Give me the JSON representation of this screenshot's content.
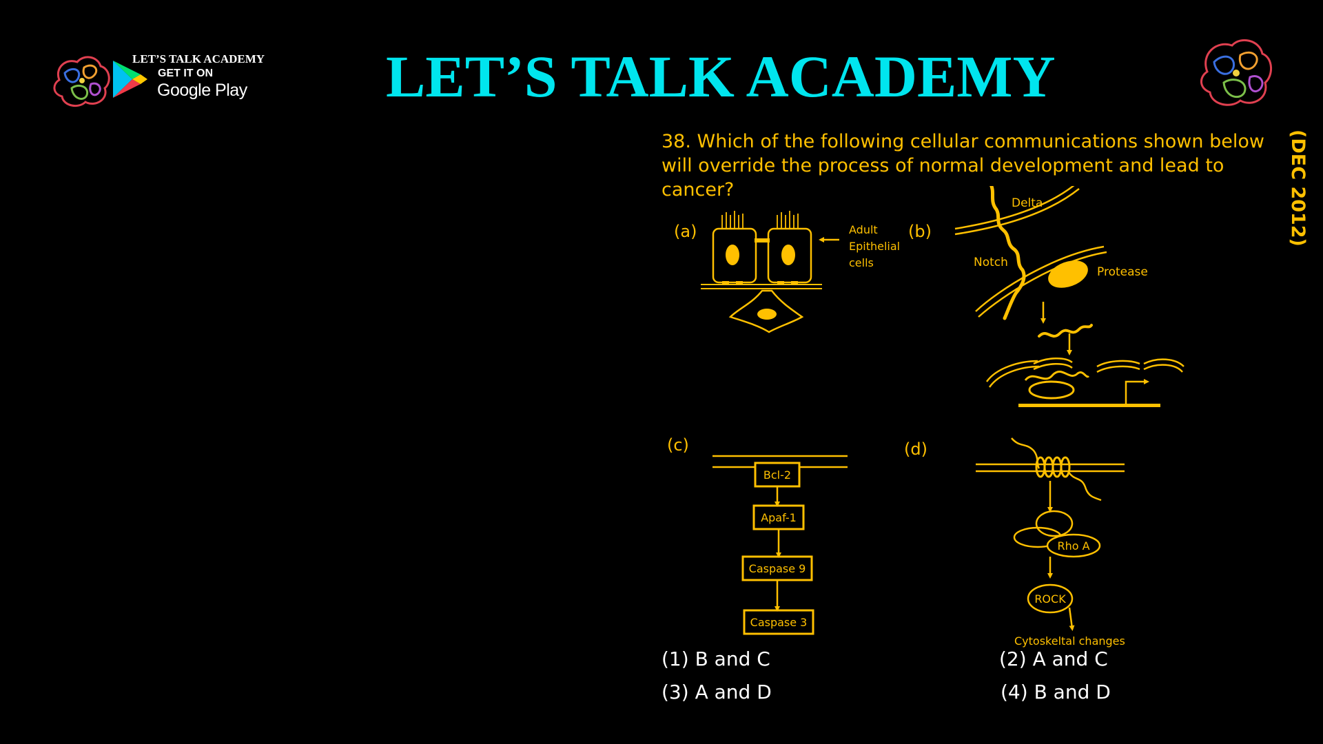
{
  "header": {
    "title": "LET’S TALK ACADEMY",
    "brand_text": "LET’S TALK ACADEMY",
    "get_it_on": "GET IT ON",
    "google_play": "Google Play"
  },
  "question": {
    "text": "38. Which of the following cellular communications shown below will override the process of normal development and lead to cancer?",
    "exam_tag": "(DEC 2012)"
  },
  "figure": {
    "panel_a": {
      "label": "(a)",
      "annotation": [
        "Adult",
        "Epithelial",
        "cells"
      ]
    },
    "panel_b": {
      "label": "(b)",
      "delta": "Delta",
      "notch": "Notch",
      "protease": "Protease"
    },
    "panel_c": {
      "label": "(c)",
      "steps": [
        "Bcl-2",
        "Apaf-1",
        "Caspase 9",
        "Caspase 3"
      ]
    },
    "panel_d": {
      "label": "(d)",
      "rho": "Rho A",
      "rock": "ROCK",
      "outcome": "Cytoskeltal changes"
    }
  },
  "options": [
    {
      "label": "(1) B and C"
    },
    {
      "label": "(2) A and C"
    },
    {
      "label": "(3) A and D"
    },
    {
      "label": "(4) B and D"
    }
  ],
  "colors": {
    "title": "#00E5EE",
    "accent": "#FFC000",
    "background": "#000000",
    "text": "#FFFFFF"
  }
}
